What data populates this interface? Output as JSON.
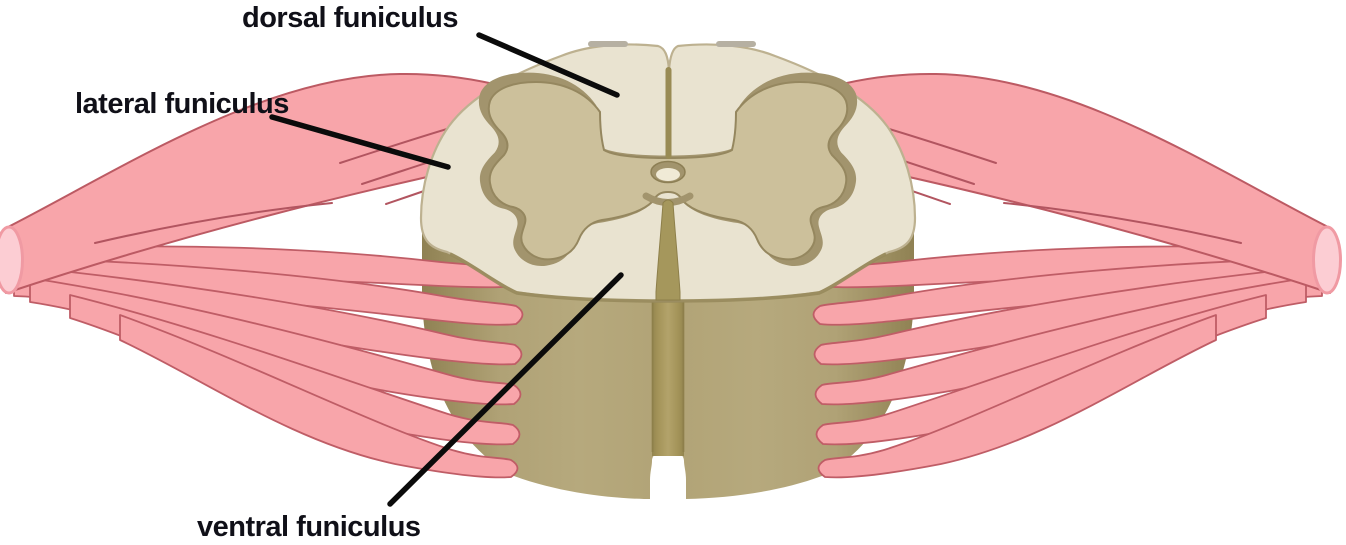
{
  "figure": {
    "background": "#ffffff",
    "description": "Cross-section of the spinal cord with spinal nerve roots; labels point to the dorsal, lateral and ventral funiculi of the white matter"
  },
  "labels": [
    {
      "id": "dorsal-funiculus",
      "text": "dorsal funiculus"
    },
    {
      "id": "lateral-funiculus",
      "text": "lateral funiculus"
    },
    {
      "id": "ventral-funiculus",
      "text": "ventral funiculus"
    }
  ],
  "palette": {
    "nerve_pink": "#f8a5aa",
    "nerve_pink_outline": "#bf5d66",
    "nerve_cut_face": "#fccdd3",
    "nerve_cut_rim": "#f09aa3",
    "white_matter_cream": "#e9e3d0",
    "white_matter_edge": "#bdb190",
    "gray_matter_tan": "#ccc09b",
    "gray_matter_shadow": "#a2946d",
    "cord_body_olive": "#b3a67b",
    "cord_body_dark": "#8f8153",
    "fissure_olive": "#a5975c",
    "central_canal_inner": "#f0ead6",
    "label_text": "#101018",
    "leader_line": "#0b0b0b"
  }
}
